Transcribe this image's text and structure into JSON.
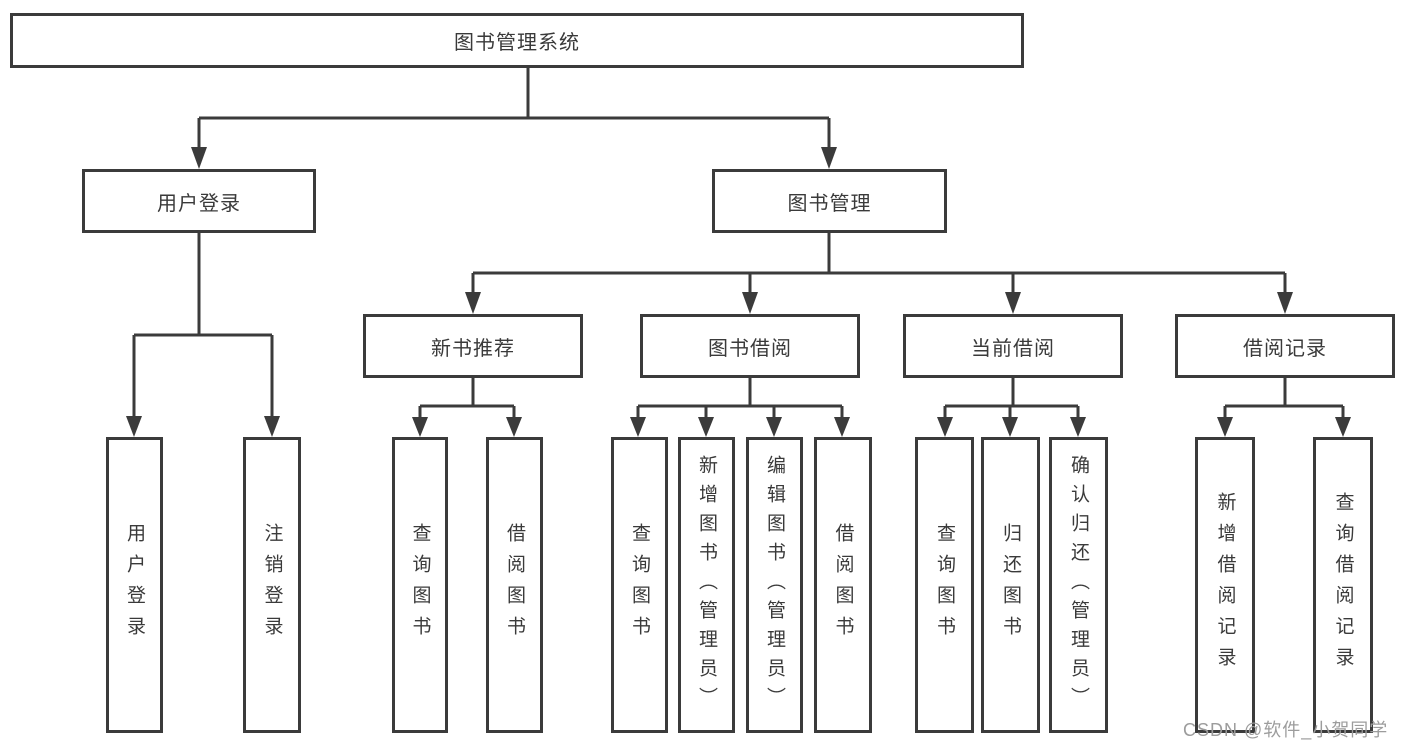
{
  "diagram": {
    "watermark": "CSDN @软件_小贺同学",
    "colors": {
      "line": "#3b3b3b",
      "box_border": "#3b3b3b",
      "text": "#3a3a3a",
      "watermark": "#9c9c9c",
      "background": "#ffffff"
    },
    "tree": {
      "label": "图书管理系统",
      "children": [
        {
          "label": "用户登录",
          "children": [
            {
              "label": "用户登录"
            },
            {
              "label": "注销登录"
            }
          ]
        },
        {
          "label": "图书管理",
          "children": [
            {
              "label": "新书推荐",
              "children": [
                {
                  "label": "查询图书"
                },
                {
                  "label": "借阅图书"
                }
              ]
            },
            {
              "label": "图书借阅",
              "children": [
                {
                  "label": "查询图书"
                },
                {
                  "label": "新增图书（管理员）"
                },
                {
                  "label": "编辑图书（管理员）"
                },
                {
                  "label": "借阅图书"
                }
              ]
            },
            {
              "label": "当前借阅",
              "children": [
                {
                  "label": "查询图书"
                },
                {
                  "label": "归还图书"
                },
                {
                  "label": "确认归还（管理员）"
                }
              ]
            },
            {
              "label": "借阅记录",
              "children": [
                {
                  "label": "新增借阅记录"
                },
                {
                  "label": "查询借阅记录"
                }
              ]
            }
          ]
        }
      ]
    }
  }
}
